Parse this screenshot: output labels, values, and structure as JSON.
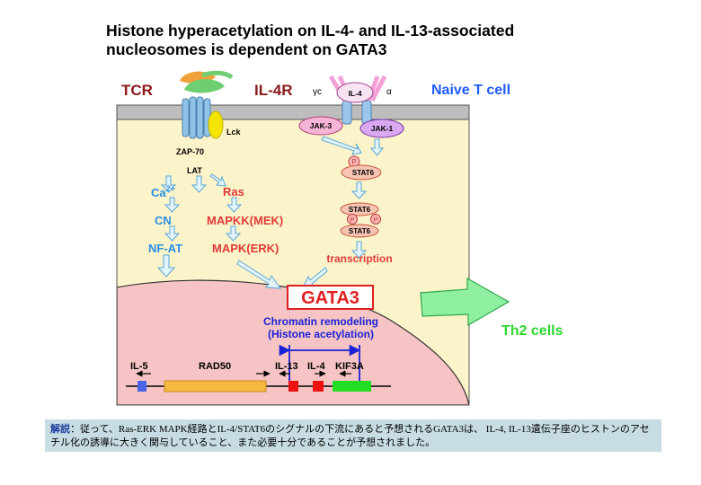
{
  "title_line1": "Histone hyperacetylation on IL-4- and IL-13-associated",
  "title_line2": "nucleosomes is dependent on GATA3",
  "receptors": {
    "tcr": "TCR",
    "il4r": "IL-4R",
    "gamma_c": "γc",
    "alpha": "α",
    "il4": "IL-4"
  },
  "cell_label": "Naive T cell",
  "tcr_pathway": {
    "lck": "Lck",
    "zap70": "ZAP-70",
    "lat": "LAT"
  },
  "ca_branch": {
    "ca": "Ca",
    "ca_sup": "2+",
    "cn": "CN",
    "nfat": "NF-AT"
  },
  "ras_branch": {
    "ras": "Ras",
    "mapkk": "MAPKK(MEK)",
    "mapk": "MAPK(ERK)"
  },
  "il4_pathway": {
    "jak3": "JAK-3",
    "jak1": "JAK-1",
    "p": "P",
    "stat6": "STAT6",
    "transcription": "transcription"
  },
  "gata3": "GATA3",
  "chromatin": {
    "line1": "Chromatin remodeling",
    "line2": "(Histone acetylation)"
  },
  "genes": {
    "il5": "IL-5",
    "rad50": "RAD50",
    "il13": "IL-13",
    "il4": "IL-4",
    "kif3a": "KIF3A"
  },
  "th2_label": "Th2 cells",
  "caption": {
    "head": "解説",
    "body": "：従って、Ras-ERK MAPK経路とIL-4/STAT6のシグナルの下流にあると予想されるGATA3は、 IL-4, IL-13遺伝子座のヒストンのアセチル化の誘導に大きく関与していること、また必要十分であることが予想されました。"
  },
  "colors": {
    "cytoplasm": "#fbf3c9",
    "nucleus": "#f6c4c4",
    "membrane": "#bdbdbd",
    "blue_label": "#2a8ee6",
    "red_label": "#e23a3a",
    "cell_label": "#1e5bff",
    "th2": "#2ed82e",
    "tcr_label": "#8b1a1a"
  }
}
